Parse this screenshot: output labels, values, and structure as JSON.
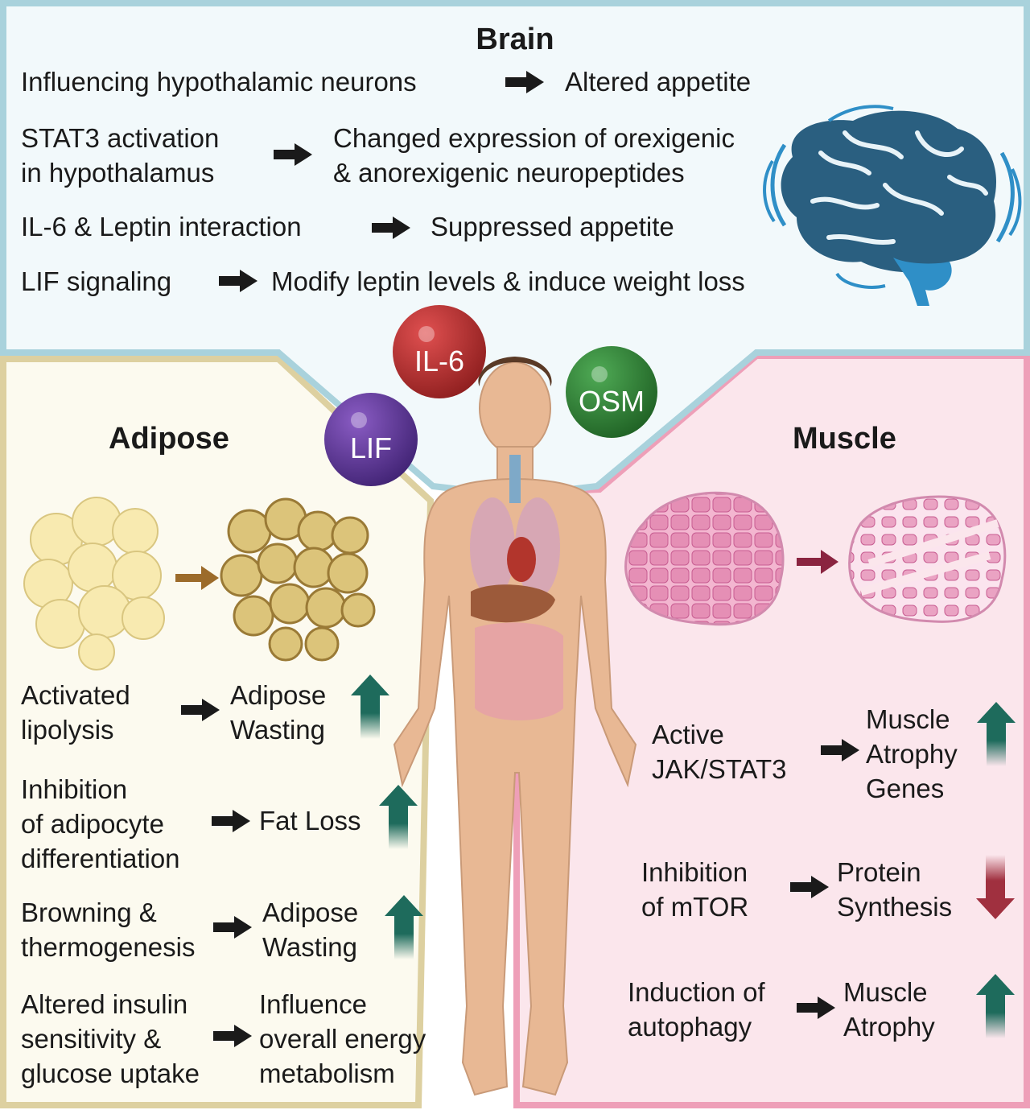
{
  "brain": {
    "title": "Brain",
    "rows": [
      {
        "cause": "Influencing hypothalamic neurons",
        "effect": "Altered appetite"
      },
      {
        "cause": "STAT3 activation\nin hypothalamus",
        "effect": "Changed expression of orexigenic\n& anorexigenic neuropeptides"
      },
      {
        "cause": "IL-6 & Leptin interaction",
        "effect": "Suppressed appetite"
      },
      {
        "cause": "LIF signaling",
        "effect": "Modify leptin levels & induce weight loss"
      }
    ]
  },
  "cytokines": {
    "il6": "IL-6",
    "osm": "OSM",
    "lif": "LIF"
  },
  "adipose": {
    "title": "Adipose",
    "rows": [
      {
        "cause": "Activated\nlipolysis",
        "effect": "Adipose\nWasting",
        "trend": "up"
      },
      {
        "cause": "Inhibition\nof adipocyte\ndifferentiation",
        "effect": "Fat Loss",
        "trend": "up"
      },
      {
        "cause": "Browning &\nthermogenesis",
        "effect": "Adipose\nWasting",
        "trend": "up"
      },
      {
        "cause": "Altered insulin\nsensitivity &\nglucose uptake",
        "effect": "Influence\noverall energy\nmetabolism"
      }
    ]
  },
  "muscle": {
    "title": "Muscle",
    "rows": [
      {
        "cause": "Active\nJAK/STAT3",
        "effect": "Muscle\nAtrophy\nGenes",
        "trend": "up"
      },
      {
        "cause": "Inhibition\nof mTOR",
        "effect": "Protein\nSynthesis",
        "trend": "down"
      },
      {
        "cause": "Induction of\nautophagy",
        "effect": "Muscle\nAtrophy",
        "trend": "up"
      }
    ]
  },
  "colors": {
    "brain_border": "#a9d2dc",
    "brain_bg": "#f2f9fb",
    "adipose_border": "#ddd0a0",
    "adipose_bg": "#fcfaef",
    "muscle_border": "#ee9fb8",
    "muscle_bg": "#fbe6ec",
    "up_arrow": "#1e6b5c",
    "down_arrow": "#a0303f",
    "il6": "#b22a2a",
    "osm": "#2f7d33",
    "lif": "#5a3591"
  }
}
